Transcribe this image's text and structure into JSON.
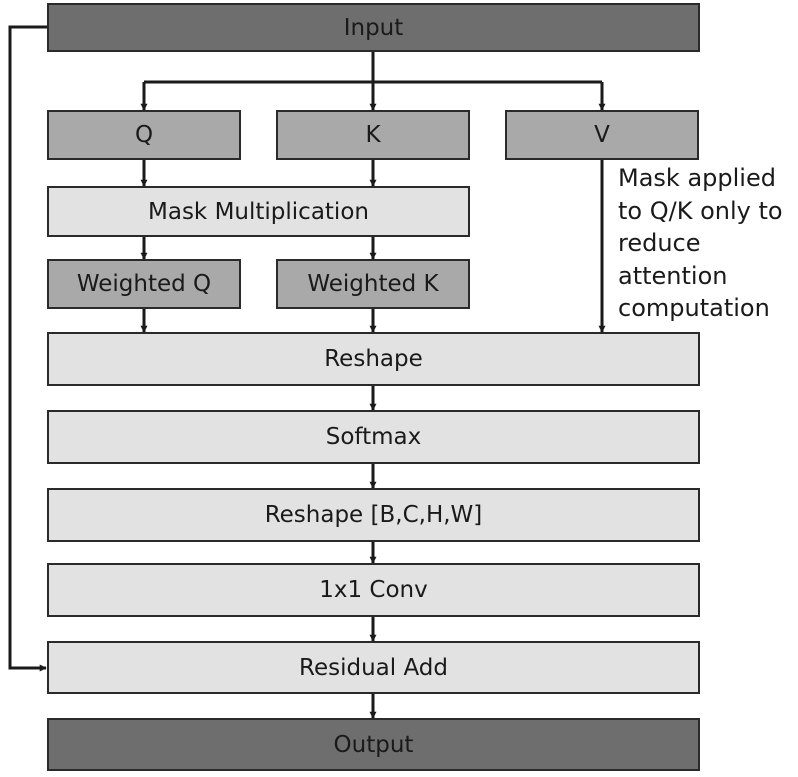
{
  "nodes": {
    "input": "Input",
    "q": "Q",
    "k": "K",
    "v": "V",
    "mask_multiplication": "Mask Multiplication",
    "weighted_q": "Weighted Q",
    "weighted_k": "Weighted K",
    "reshape": "Reshape",
    "softmax": "Softmax",
    "reshape_bchw": "Reshape [B,C,H,W]",
    "conv": "1x1 Conv",
    "residual_add": "Residual Add",
    "output": "Output"
  },
  "annotation": {
    "lines": [
      "Mask applied",
      "to Q/K only to",
      "reduce",
      "attention",
      "computation"
    ]
  },
  "colors": {
    "dark": "#6e6e6e",
    "mid": "#a9a9a9",
    "light": "#e2e2e2",
    "line": "#1a1a1a"
  }
}
